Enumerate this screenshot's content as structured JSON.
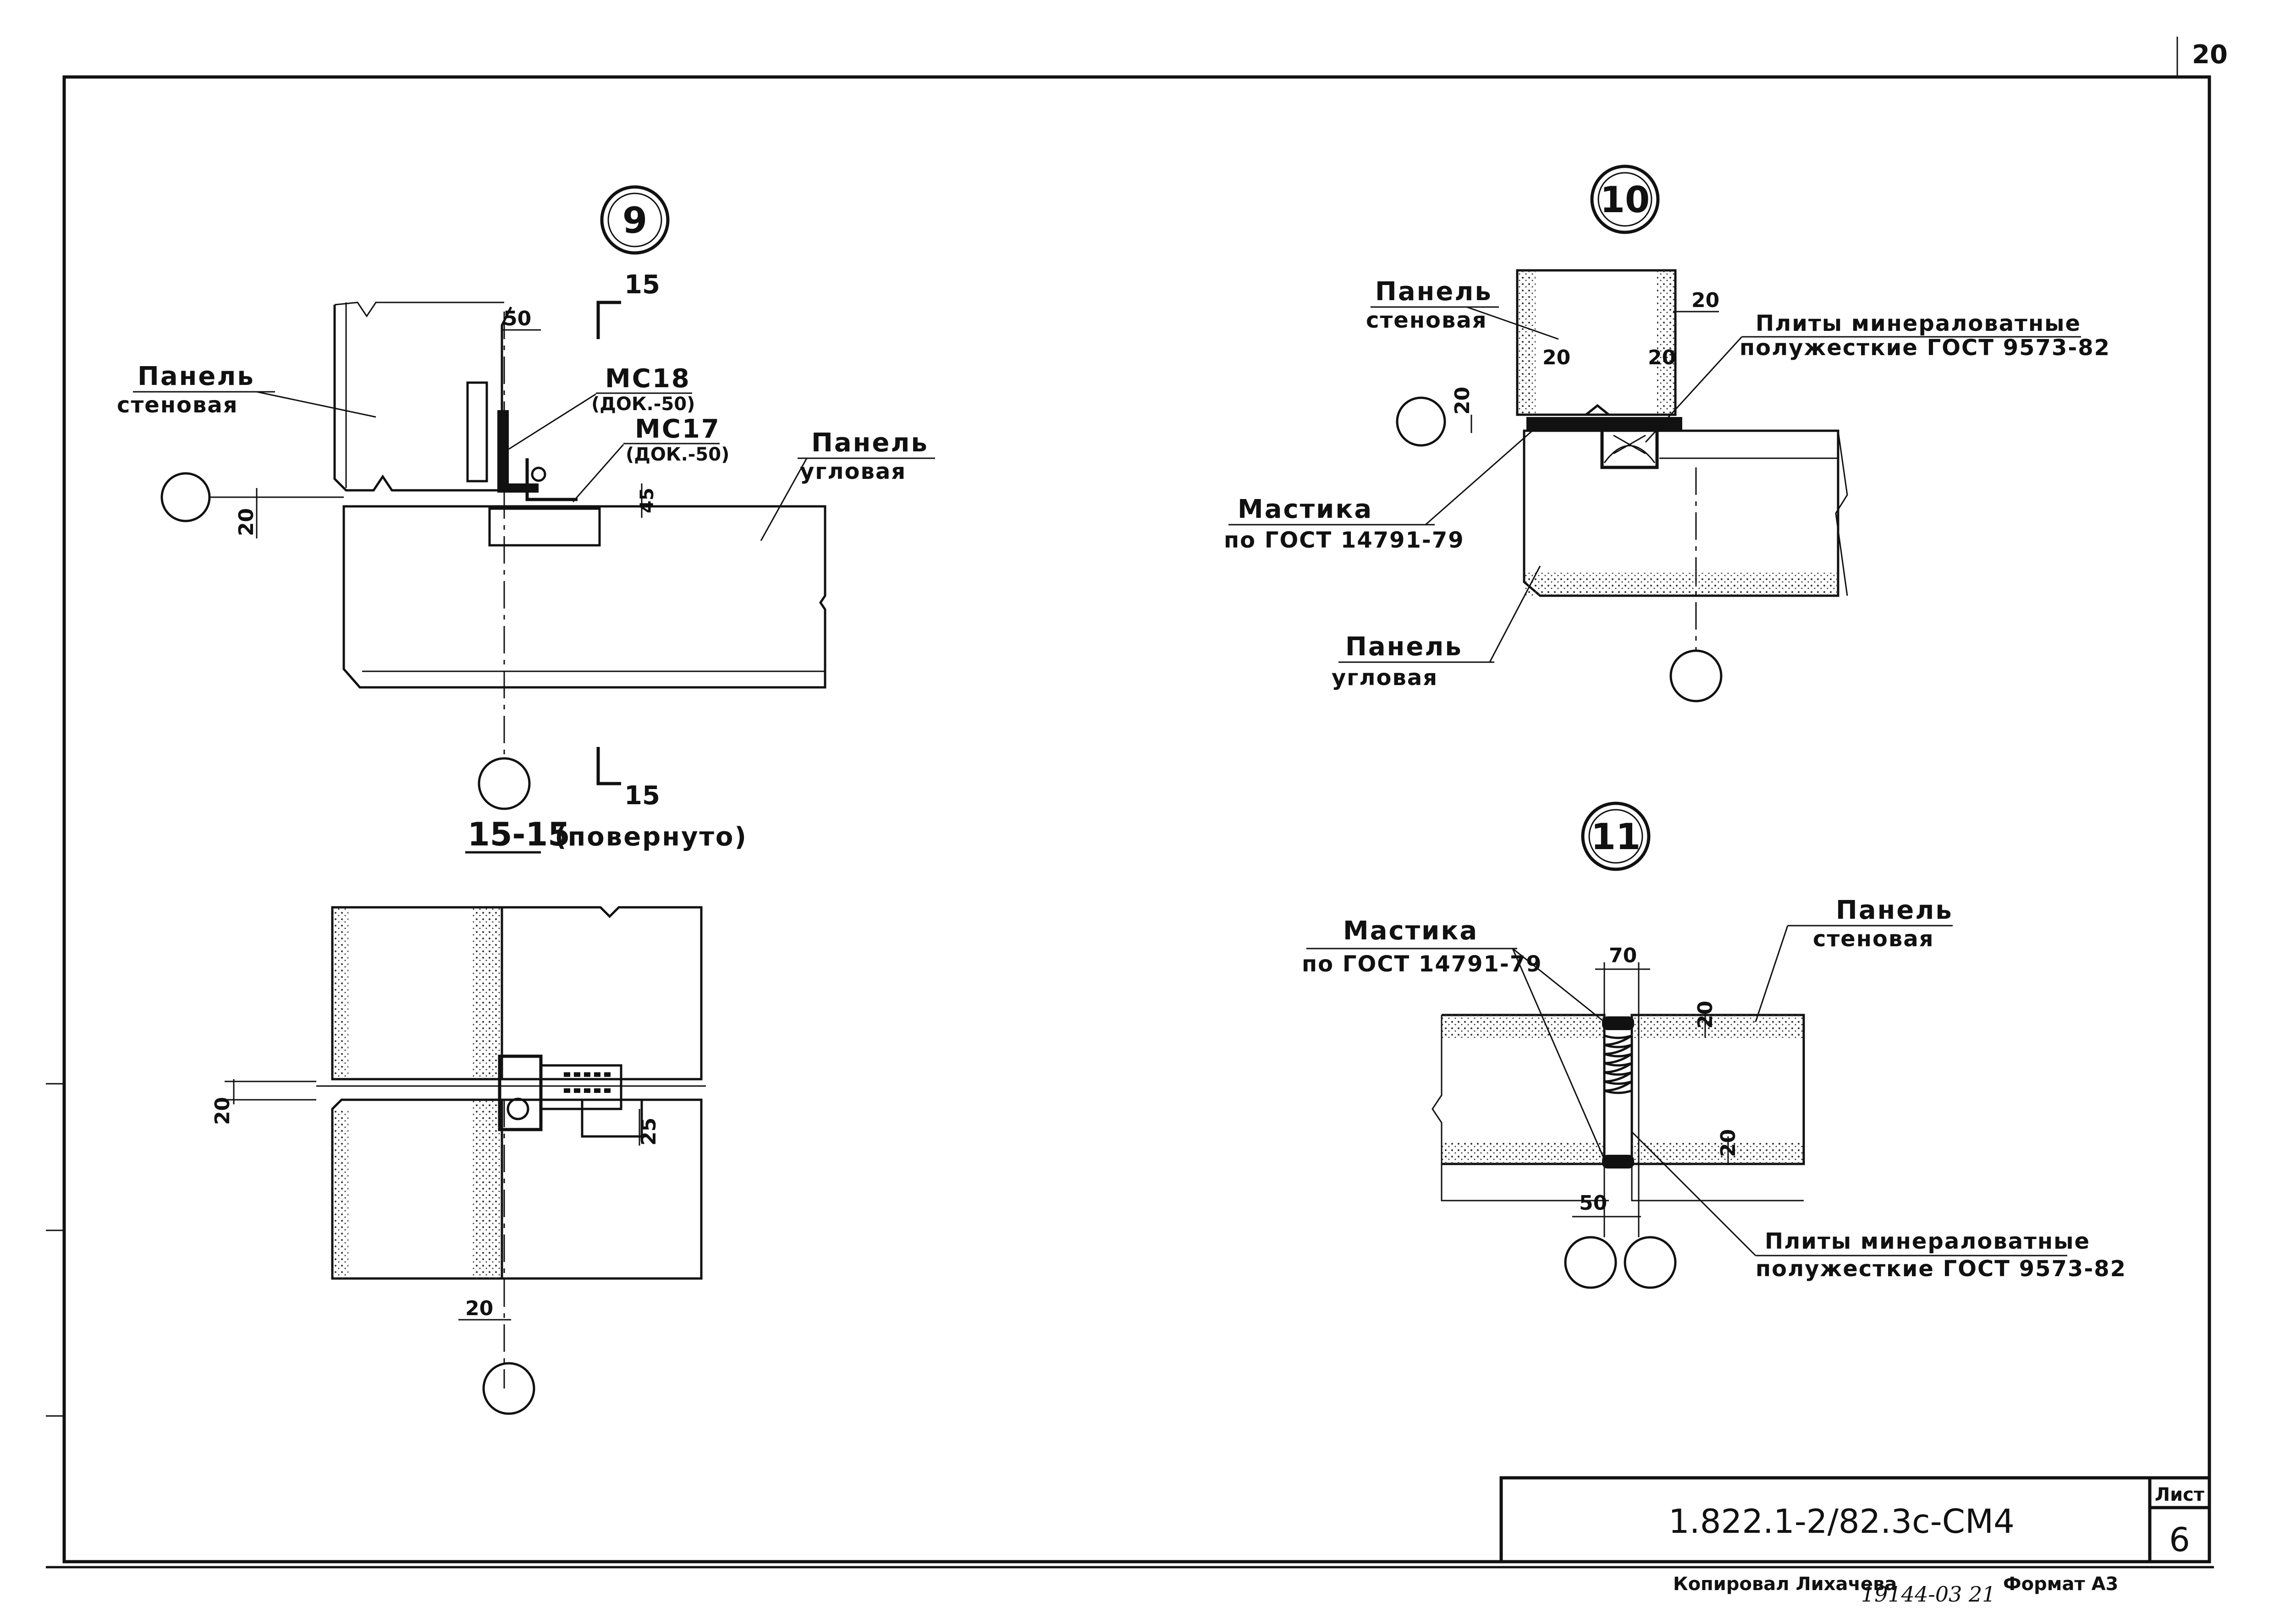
{
  "sheet_corner_number": "20",
  "node9": {
    "marker": "9",
    "section_mark_top": "15",
    "section_mark_bottom": "15",
    "panel_wall": [
      "Панель",
      "стеновая"
    ],
    "panel_corner": [
      "Панель",
      "угловая"
    ],
    "ms18": [
      "МС18",
      "(ДОК.-50)"
    ],
    "ms17": [
      "МС17",
      "(ДОК.-50)"
    ],
    "dim_50": "50",
    "dim_20": "20",
    "dim_45": "45"
  },
  "section15": {
    "title_num": "15-15",
    "title_note": "(повернуто)",
    "dim_20_left": "20",
    "dim_25": "25",
    "dim_20_bottom": "20"
  },
  "node10": {
    "marker": "10",
    "panel_wall": [
      "Панель",
      "стеновая"
    ],
    "plates": [
      "Плиты минераловатные",
      "полужесткие ГОСТ 9573-82"
    ],
    "mastic": [
      "Мастика",
      "по ГОСТ 14791-79"
    ],
    "panel_corner": [
      "Панель",
      "угловая"
    ],
    "dim_20_top": "20",
    "dim_20_a": "20",
    "dim_20_b": "20",
    "dim_20_left": "20"
  },
  "node11": {
    "marker": "11",
    "mastic": [
      "Мастика",
      "по ГОСТ 14791-79"
    ],
    "panel_wall": [
      "Панель",
      "стеновая"
    ],
    "plates": [
      "Плиты минераловатные",
      "полужесткие ГОСТ 9573-82"
    ],
    "dim_70": "70",
    "dim_50": "50",
    "dim_20_top": "20",
    "dim_20_bottom": "20"
  },
  "title_block": {
    "doc_code": "1.822.1-2/82.3с-СМ4",
    "sheet_label": "Лист",
    "sheet_number": "6"
  },
  "footer": {
    "copied": "Копировал Лихачева",
    "handwritten": "19144-03  21",
    "format": "Формат А3"
  }
}
